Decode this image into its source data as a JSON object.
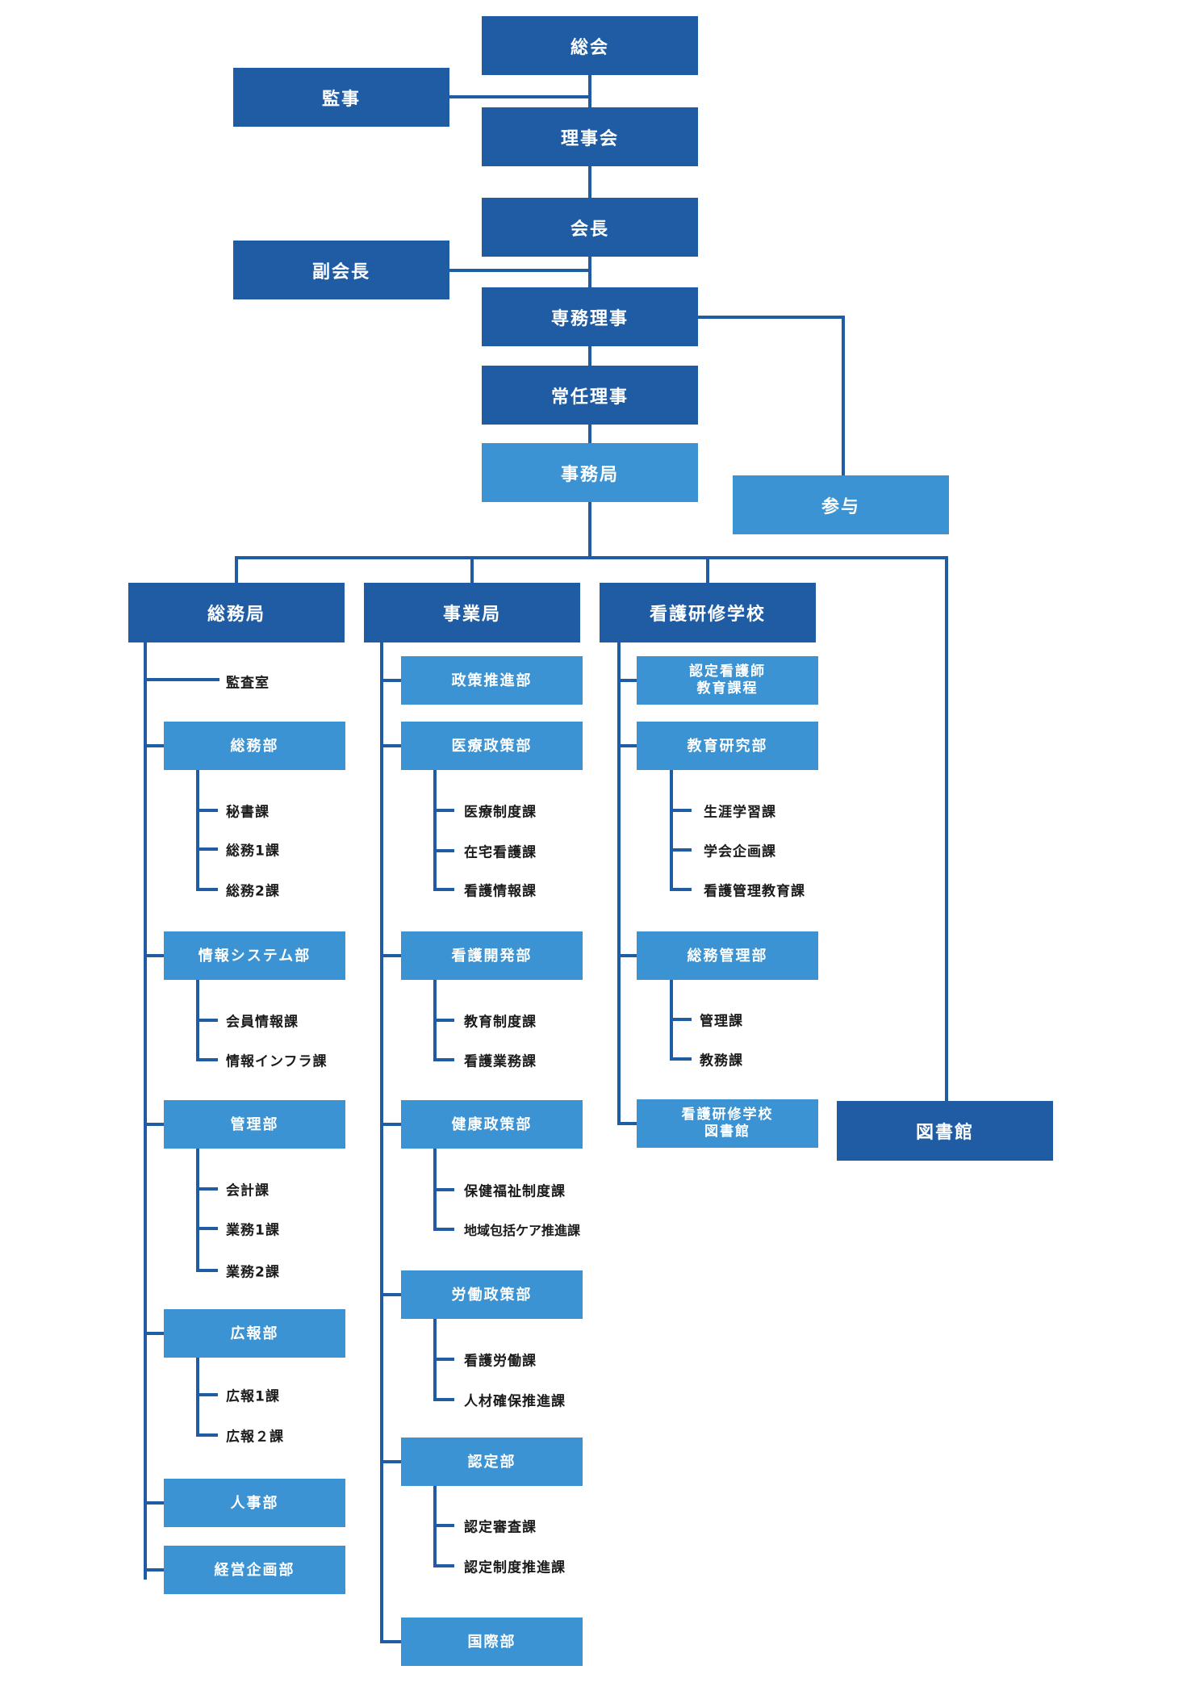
{
  "top": {
    "soukai": "総会",
    "kanji": "監事",
    "rijikai": "理事会",
    "kaicho": "会長",
    "fukukaicho": "副会長",
    "senmu": "専務理事",
    "jonin": "常任理事",
    "jimukyoku": "事務局",
    "sanyo": "参与"
  },
  "bureaus": {
    "somu": "総務局",
    "jigyo": "事業局",
    "kango": "看護研修学校",
    "tosho": "図書館"
  },
  "somu": {
    "kansashitsu": "監査室",
    "somubu": {
      "name": "総務部",
      "ka": [
        "秘書課",
        "総務1課",
        "総務2課"
      ]
    },
    "johobu": {
      "name": "情報システム部",
      "ka": [
        "会員情報課",
        "情報インフラ課"
      ]
    },
    "kanribu": {
      "name": "管理部",
      "ka": [
        "会計課",
        "業務1課",
        "業務2課"
      ]
    },
    "kohobu": {
      "name": "広報部",
      "ka": [
        "広報1課",
        "広報２課"
      ]
    },
    "jinjibu": "人事部",
    "keieibu": "経営企画部"
  },
  "jigyo": {
    "seisaku": "政策推進部",
    "iryo": {
      "name": "医療政策部",
      "ka": [
        "医療制度課",
        "在宅看護課",
        "看護情報課"
      ]
    },
    "kaihatsu": {
      "name": "看護開発部",
      "ka": [
        "教育制度課",
        "看護業務課"
      ]
    },
    "kenko": {
      "name": "健康政策部",
      "ka": [
        "保健福祉制度課",
        "地域包括ケア推進課"
      ]
    },
    "rodo": {
      "name": "労働政策部",
      "ka": [
        "看護労働課",
        "人材確保推進課"
      ]
    },
    "nintei": {
      "name": "認定部",
      "ka": [
        "認定審査課",
        "認定制度推進課"
      ]
    },
    "kokusai": "国際部"
  },
  "kango": {
    "nintei_kyoiku": "認定看護師\n教育課程",
    "kyoiku_kenkyu": {
      "name": "教育研究部",
      "ka": [
        "生涯学習課",
        "学会企画課",
        "看護管理教育課"
      ]
    },
    "somu_kanri": {
      "name": "総務管理部",
      "ka": [
        "管理課",
        "教務課"
      ]
    },
    "gakko_tosho": "看護研修学校\n図書館"
  },
  "colors": {
    "dark": "#1f5ca4",
    "light": "#3b93d3",
    "line": "#1f5ca4",
    "text": "#1a1a1a"
  }
}
